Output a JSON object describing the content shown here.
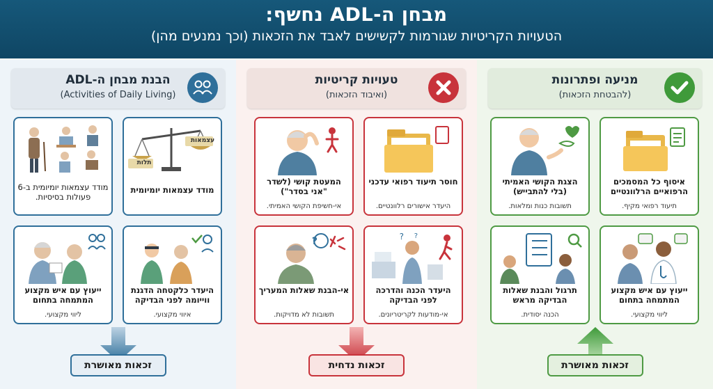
{
  "header": {
    "title": "מבחן ה-ADL נחשף:",
    "subtitle": "הטעויות הקריטיות שגורמות לקשישים לאבד את הזכאות (וכך נמנעים מהן)"
  },
  "colors": {
    "blue": "#2f6f9a",
    "red": "#c8333b",
    "green": "#4e9a43",
    "header": "#16587a"
  },
  "columns": {
    "left": {
      "title": "הבנת מבחן ה-ADL",
      "subtitle": "(Activities of Daily Living)",
      "badge_icon": "people-icon",
      "cards": [
        {
          "title": "מודד עצמאות יומיומית",
          "sub": "",
          "icon": "scale-icon",
          "scale_labels": {
            "left": "תלות",
            "right": "עצמאות"
          }
        },
        {
          "title": "מודד עצמאות יומיומית ב-6 פעולות בסיסיות.",
          "sub": "",
          "icon": "daily-activities-icon"
        },
        {
          "title": "היעדר כלקטחה הדגנת ווייומה לפני הבדיקה",
          "sub": "איווי מקצועי.",
          "icon": "caregiver-icon"
        },
        {
          "title": "ייעוץ עם איש מקצוע המתמחה בתחום",
          "sub": "ליווי מקצועי.",
          "icon": "consultation-icon"
        }
      ],
      "result": "זכאות מאושרת"
    },
    "mid": {
      "title": "טעויות קריטיות",
      "subtitle": "(ואיבוד הזכאות)",
      "badge_icon": "x-icon",
      "cards": [
        {
          "title": "חוסר תיעוד רפואי עדכני",
          "sub": "היעדר אישורים רלוונטיים.",
          "icon": "folder-icon"
        },
        {
          "title": "המעטת קושי (לשדר \"אני בסדר\")",
          "sub": "אי-חשיפת הקושי האמיתי.",
          "icon": "elderly-headache-icon"
        },
        {
          "title": "היעדר הכנה והדרכה לפני הבדיקה",
          "sub": "אי-מודעות לקריטריונים.",
          "icon": "confused-person-icon"
        },
        {
          "title": "אי-הבנת שאלות המעריך",
          "sub": "תשובות לא מדויקות.",
          "icon": "question-icon"
        }
      ],
      "result": "זכאות נדחית"
    },
    "right": {
      "title": "מניעה ופתרונות",
      "subtitle": "(להבטחת הזכאות)",
      "badge_icon": "check-icon",
      "cards": [
        {
          "title": "איסוף כל המסמכים הרפואיים הרלוונטיים",
          "sub": "תיעוד רפואי מקיף.",
          "icon": "documents-icon"
        },
        {
          "title": "הצגת הקושי האמיתי (בלי להתבייש)",
          "sub": "תשובות כנות ומלאות.",
          "icon": "elderly-talking-icon"
        },
        {
          "title": "ייעוץ עם איש מקצוע המתמחה בתחום",
          "sub": "ליווי מקצועי.",
          "icon": "doctor-consult-icon"
        },
        {
          "title": "תרגול והבנת שאלות הבדיקה מראש",
          "sub": "הכנה יסודית.",
          "icon": "checklist-icon"
        }
      ],
      "result": "זכאות מאושרת"
    }
  }
}
